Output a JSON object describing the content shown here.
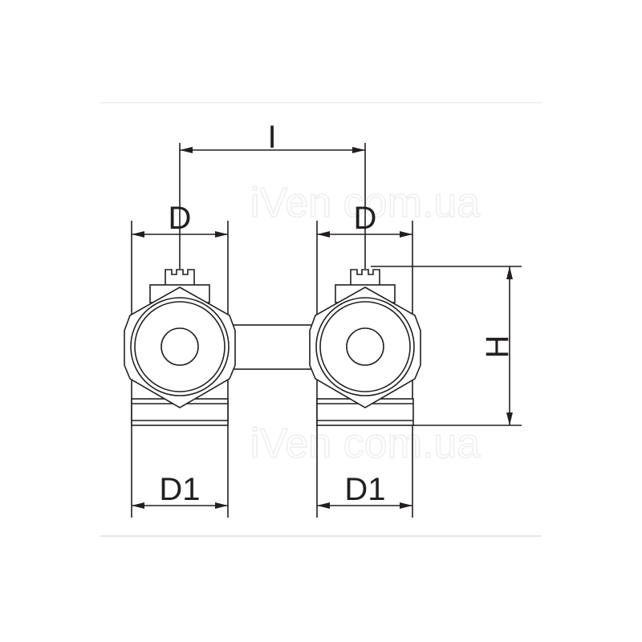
{
  "labels": {
    "spacing": "I",
    "d_left": "D",
    "d_right": "D",
    "d1_left": "D1",
    "d1_right": "D1",
    "height": "H"
  },
  "watermark": "iVen com.ua",
  "colors": {
    "line": "#231f20",
    "watermark": "#eeeeee"
  }
}
